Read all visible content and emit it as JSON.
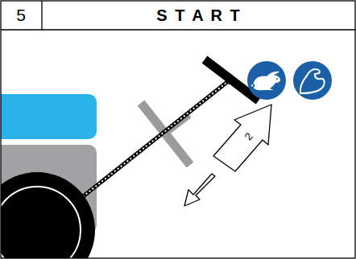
{
  "diagram": {
    "title": "S T A R T",
    "labels": [
      "5",
      "2"
    ]
  }
}
